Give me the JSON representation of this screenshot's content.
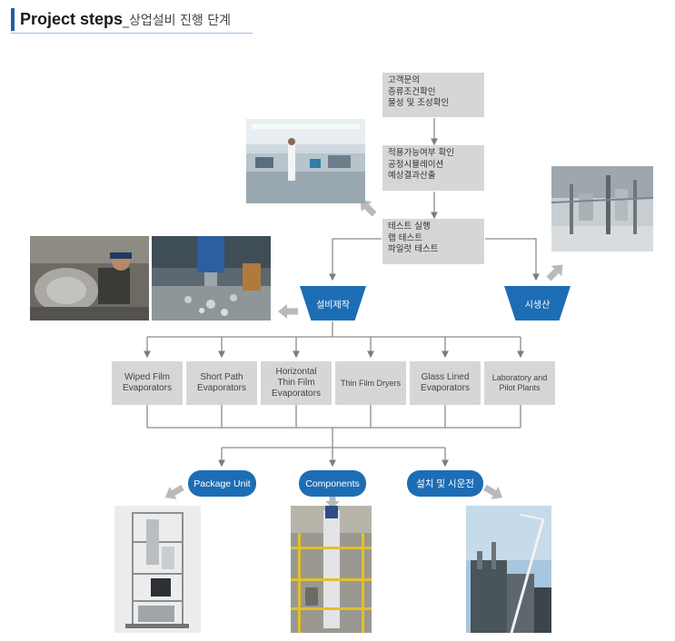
{
  "title": {
    "en": "Project steps",
    "ko": "_상업설비 진행 단계"
  },
  "steps": [
    {
      "lines": [
        "고객문의",
        "증류조건확인",
        "물성 및 조성확인"
      ]
    },
    {
      "lines": [
        "적용가능여부 확인",
        "공정시뮬레이션",
        "예상결과산출"
      ]
    },
    {
      "lines": [
        "테스트 실행",
        "랩 테스트",
        "파일럿 테스트"
      ]
    }
  ],
  "branches": {
    "left": "설비제작",
    "right": "시생산"
  },
  "products": [
    {
      "lines": [
        "Wiped Film",
        "Evaporators"
      ]
    },
    {
      "lines": [
        "Short Path",
        "Evaporators"
      ]
    },
    {
      "lines": [
        "Horizontal",
        "Thin Film",
        "Evaporators"
      ]
    },
    {
      "lines": [
        "Thin Film Dryers"
      ]
    },
    {
      "lines": [
        "Glass Lined",
        "Evaporators"
      ]
    },
    {
      "lines": [
        "Laboratory and",
        "Pilot Plants"
      ]
    }
  ],
  "outputs": [
    "Package Unit",
    "Components",
    "설치 및 시운전"
  ],
  "colors": {
    "accent": "#1d6db5",
    "box": "#d6d6d6",
    "line": "#8c8c8c",
    "arrow_grey": "#b9b9b9"
  }
}
